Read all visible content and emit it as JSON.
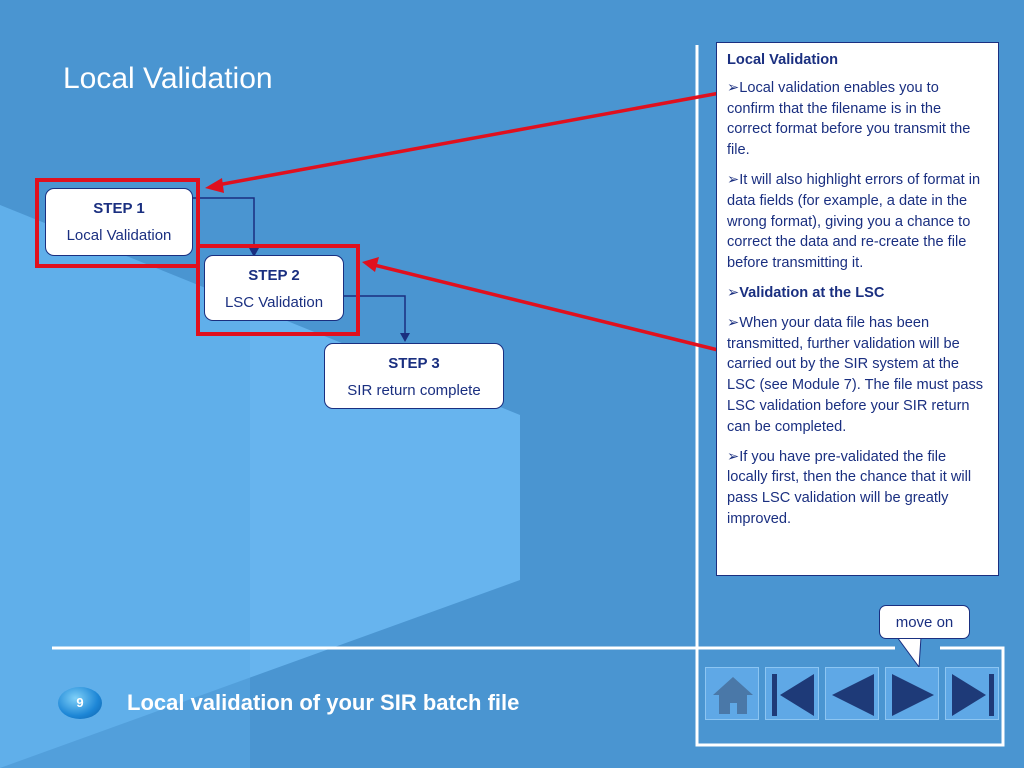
{
  "slide": {
    "title": "Local Validation",
    "footer_title": "Local validation of your SIR batch file",
    "page_number": "9"
  },
  "steps": [
    {
      "heading": "STEP 1",
      "text": "Local Validation"
    },
    {
      "heading": "STEP 2",
      "text": "LSC Validation"
    },
    {
      "heading": "STEP 3",
      "text": "SIR return complete"
    }
  ],
  "info_panel": {
    "heading": "Local Validation",
    "bullet_marker": "➢",
    "para1": "Local validation enables you to confirm that the filename is in the correct format before you transmit the file.",
    "para2": "It will also highlight errors of format in data fields (for example, a date in the wrong format), giving you a chance to correct the data and re-create the file before transmitting it.",
    "para3": "Validation at the LSC",
    "para4": "When your data file has been transmitted, further validation will be carried out by the SIR system at the LSC (see Module 7).  The file must pass LSC validation before your SIR return can be completed.",
    "para5": "If you have pre-validated the file locally first, then the chance that it will pass LSC validation will be greatly improved."
  },
  "move_on": {
    "label": "move on"
  },
  "nav_buttons": [
    {
      "icon": "home-icon"
    },
    {
      "icon": "first-page-icon"
    },
    {
      "icon": "previous-icon"
    },
    {
      "icon": "next-icon"
    },
    {
      "icon": "last-page-icon"
    }
  ],
  "colors": {
    "background": "#4a95d1",
    "highlight": "#e0101e",
    "text_dark": "#1a2f80",
    "nav_button": "#5fa8e6"
  }
}
